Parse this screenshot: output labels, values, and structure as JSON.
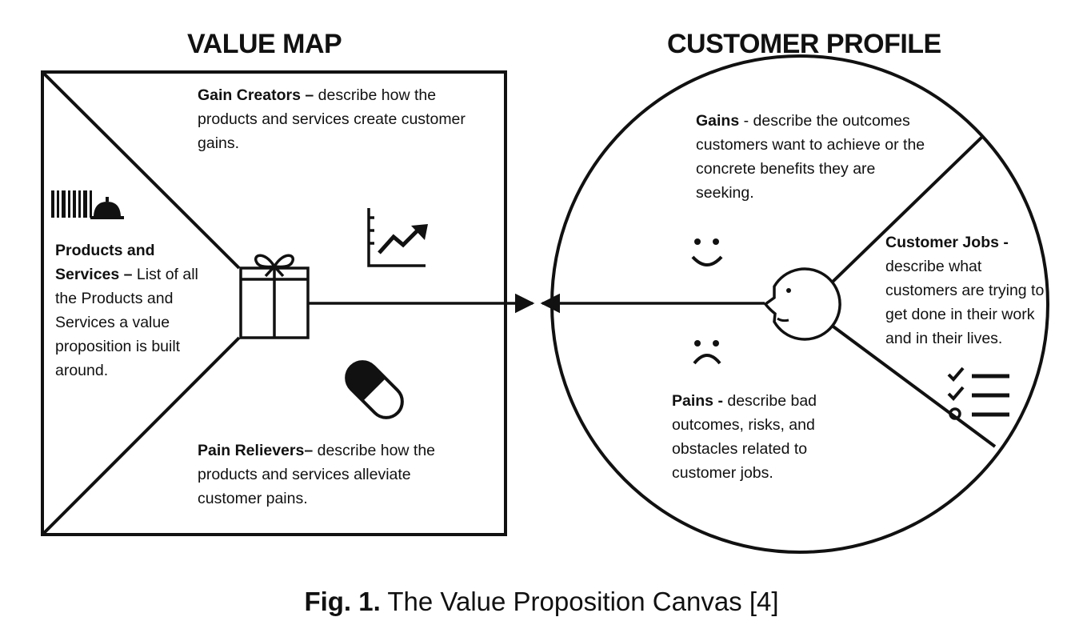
{
  "value_map": {
    "heading": "VALUE MAP",
    "gain_creators": {
      "title": "Gain Creators –",
      "text": " describe how the products and services create customer gains."
    },
    "products_services": {
      "title": "Products and Services –",
      "text": " List of all the Products and Services a value proposition is built around."
    },
    "pain_relievers": {
      "title": "Pain Relievers–",
      "text": " describe how the products and services alleviate customer pains."
    }
  },
  "customer_profile": {
    "heading": "CUSTOMER PROFILE",
    "gains": {
      "title": "Gains",
      "text": " - describe the outcomes customers want to achieve or the concrete benefits they are seeking."
    },
    "customer_jobs": {
      "title": "Customer Jobs -",
      "text": " describe what customers are trying to get done in their work and in their lives."
    },
    "pains": {
      "title": "Pains -",
      "text": " describe bad outcomes, risks, and obstacles related to customer jobs."
    }
  },
  "caption": {
    "label": "Fig. 1.",
    "text": " The Value Proposition Canvas [4]"
  },
  "icons": [
    "barcode-icon",
    "service-bell-icon",
    "gift-icon",
    "growth-chart-icon",
    "pill-icon",
    "smiley-face-icon",
    "sad-face-icon",
    "customer-head-icon",
    "checklist-icon"
  ]
}
